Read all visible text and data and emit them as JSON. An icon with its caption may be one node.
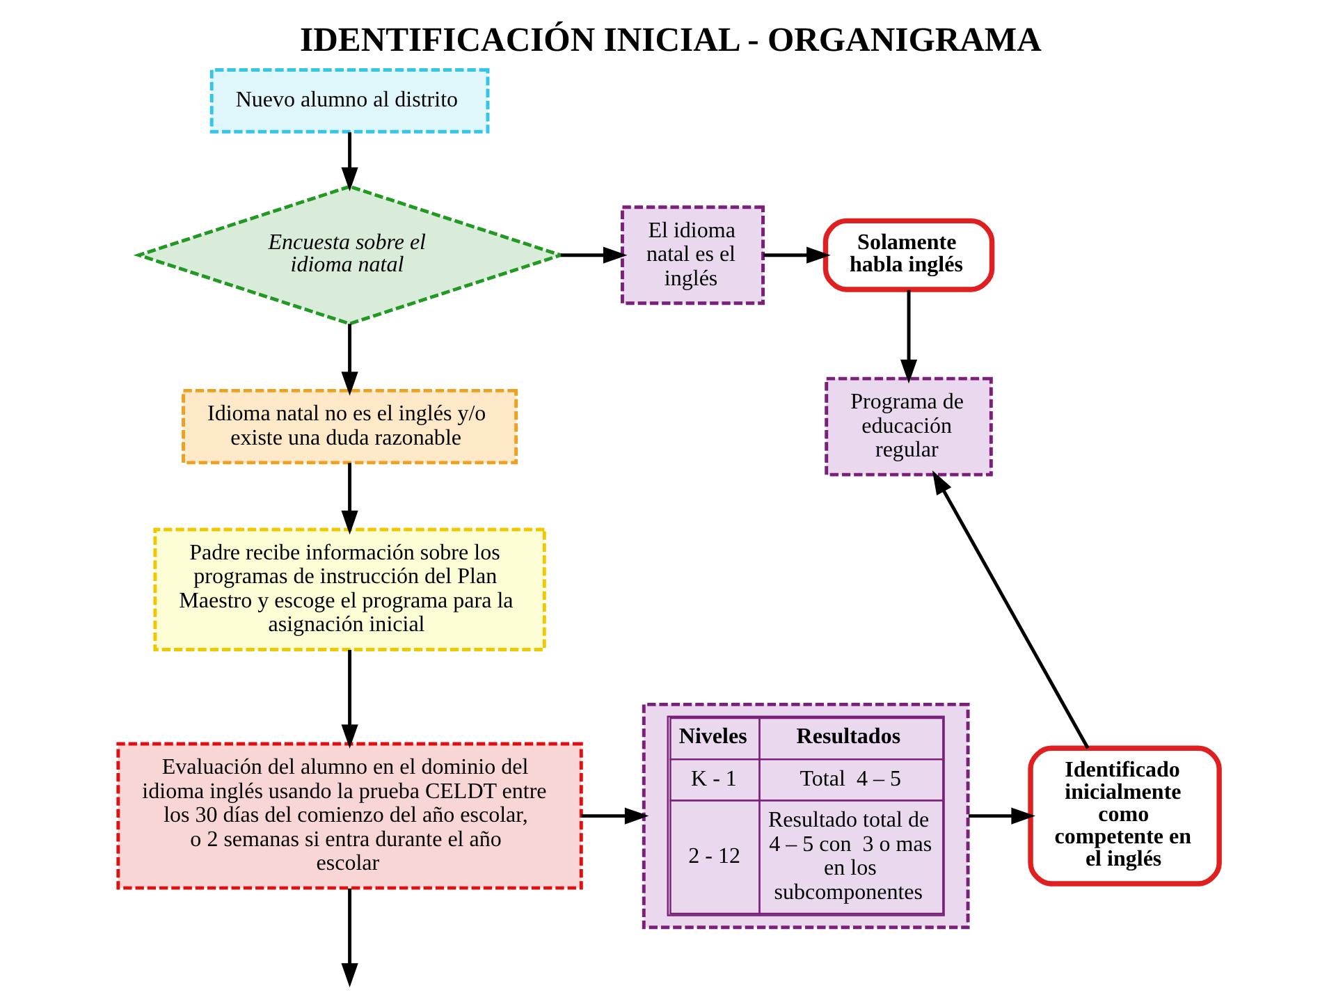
{
  "diagram": {
    "title": "IDENTIFICACIÓN INICIAL - ORGANIGRAMA",
    "nodes": [
      {
        "text": [
          "Nuevo alumno al distrito"
        ]
      },
      {
        "text": [
          "Encuesta sobre el idioma natal"
        ]
      },
      {
        "text": [
          "El idioma natal es el inglés"
        ]
      },
      {
        "text": [
          "Solamente habla inglés"
        ]
      },
      {
        "text": [
          "Idioma natal no es el inglés y/o existe una duda razonable"
        ]
      },
      {
        "text": [
          "Padre recibe información sobre los programas de instrucción del Plan Maestro y escoge el programa para la asignación inicial"
        ]
      },
      {
        "text": [
          "Evaluación del alumno en el dominio del idioma inglés usando la prueba CELDT entre los 30 días del comienzo del año escolar, o 2 semanas si entra durante el año escolar"
        ]
      },
      {
        "text": [
          "Niveles",
          "Resultados",
          "K - 1",
          "Total  4 – 5",
          "2 - 12",
          "Resultado total de 4 – 5 con  3 o mas en los subcomponentes"
        ]
      },
      {
        "text": [
          "Identificado inicialmente como competente en el inglés"
        ]
      },
      {
        "text": [
          "Programa de educación regular"
        ]
      }
    ],
    "edges": [
      {
        "from": 0,
        "to": 1,
        "arrow": "to"
      },
      {
        "from": 1,
        "to": 2,
        "arrow": "to"
      },
      {
        "from": 1,
        "to": 4,
        "arrow": "to"
      },
      {
        "from": 2,
        "to": 3,
        "arrow": "to"
      },
      {
        "from": 3,
        "to": 9,
        "arrow": "to"
      },
      {
        "from": 4,
        "to": 5,
        "arrow": "to"
      },
      {
        "from": 5,
        "to": 6,
        "arrow": "to"
      },
      {
        "from": 6,
        "to": 7,
        "arrow": "to"
      },
      {
        "from": 7,
        "to": 8,
        "arrow": "to"
      },
      {
        "from": 8,
        "to": 9,
        "arrow": "to"
      },
      {
        "from": 6,
        "to": null,
        "arrow": "to"
      }
    ]
  }
}
